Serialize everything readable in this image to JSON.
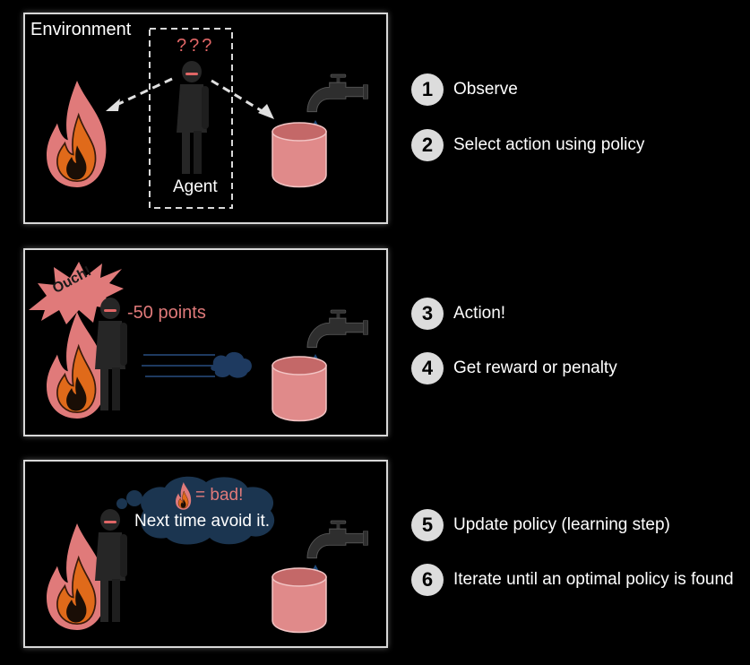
{
  "panels": {
    "environment_label": "Environment",
    "question_marks": "???",
    "agent_label": "Agent",
    "ouch_text": "Ouch!",
    "penalty_text": "-50 points",
    "thought_line1": "= bad!",
    "thought_line2": "Next time avoid it."
  },
  "steps": [
    {
      "number": "1",
      "label": "Observe"
    },
    {
      "number": "2",
      "label": "Select action using policy"
    },
    {
      "number": "3",
      "label": "Action!"
    },
    {
      "number": "4",
      "label": "Get reward or penalty"
    },
    {
      "number": "5",
      "label": "Update policy (learning step)"
    },
    {
      "number": "6",
      "label": "Iterate until an optimal policy is found"
    }
  ],
  "colors": {
    "background": "#000000",
    "panel_border": "#d8d8d8",
    "fire_outer": "#e07a7a",
    "fire_inner": "#e06a1a",
    "bucket": "#e08a8a",
    "accent_red": "#e06666",
    "cloud": "#1b3550",
    "agent": "#262626"
  },
  "icons": [
    "fire-icon",
    "agent-figure-icon",
    "faucet-icon",
    "bucket-icon",
    "water-drop-icon",
    "ouch-burst-icon",
    "thought-cloud-icon",
    "water-spray-icon"
  ]
}
